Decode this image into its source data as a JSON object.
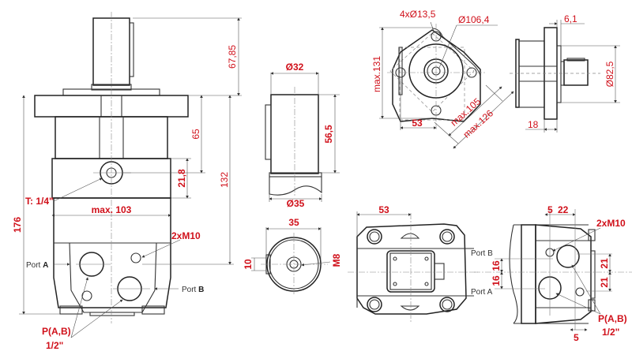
{
  "drawing": {
    "title": "Hydraulic orbital motor dimensional drawing",
    "accent_color": "#d0101a",
    "line_color": "#333333"
  },
  "front_view": {
    "dim_shaft_length": "67,85",
    "dim_flange_to_tank": "65",
    "dim_flange_to_ports": "132",
    "dim_overall_height": "176",
    "dim_band_height": "21,8",
    "dim_max_width": "max. 103",
    "tank_port": "T: 1/4\"",
    "mount_thread": "2xM10",
    "port_a_label": "Port",
    "port_a_letter": "A",
    "port_b_label": "Port",
    "port_b_letter": "B",
    "port_size_line1": "P(A,B)",
    "port_size_line2": "1/2\""
  },
  "shaft_view": {
    "dim_shaft_diameter": "Ø32",
    "dim_shaft_length": "56,5",
    "dim_collar_diameter": "Ø35"
  },
  "shaft_end_view": {
    "dim_diameter": "35",
    "dim_key_width": "10",
    "thread": "M8"
  },
  "flange_view": {
    "holes": "4xØ13,5",
    "pitch_diameter": "Ø106,4",
    "dim_height": "max.131",
    "dim_offset": "53",
    "dim_diag_inner": "max.105",
    "dim_diag_outer": "max.126"
  },
  "side_view": {
    "dim_pilot_depth": "6,1",
    "dim_pilot_diameter": "Ø82,5",
    "dim_flange_thickness": "18"
  },
  "bottom_view": {
    "dim_offset": "53"
  },
  "port_side_view": {
    "dim_top_left": "5",
    "dim_top_right": "22",
    "mount_thread": "2xM10",
    "port_b_label": "Port B",
    "port_a_label": "Port A",
    "dim_left_upper": "16",
    "dim_left_lower": "16",
    "dim_right_upper": "21",
    "dim_right_lower": "21",
    "port_size_line1": "P(A,B)",
    "port_size_line2": "1/2\"",
    "dim_bottom": "5"
  }
}
